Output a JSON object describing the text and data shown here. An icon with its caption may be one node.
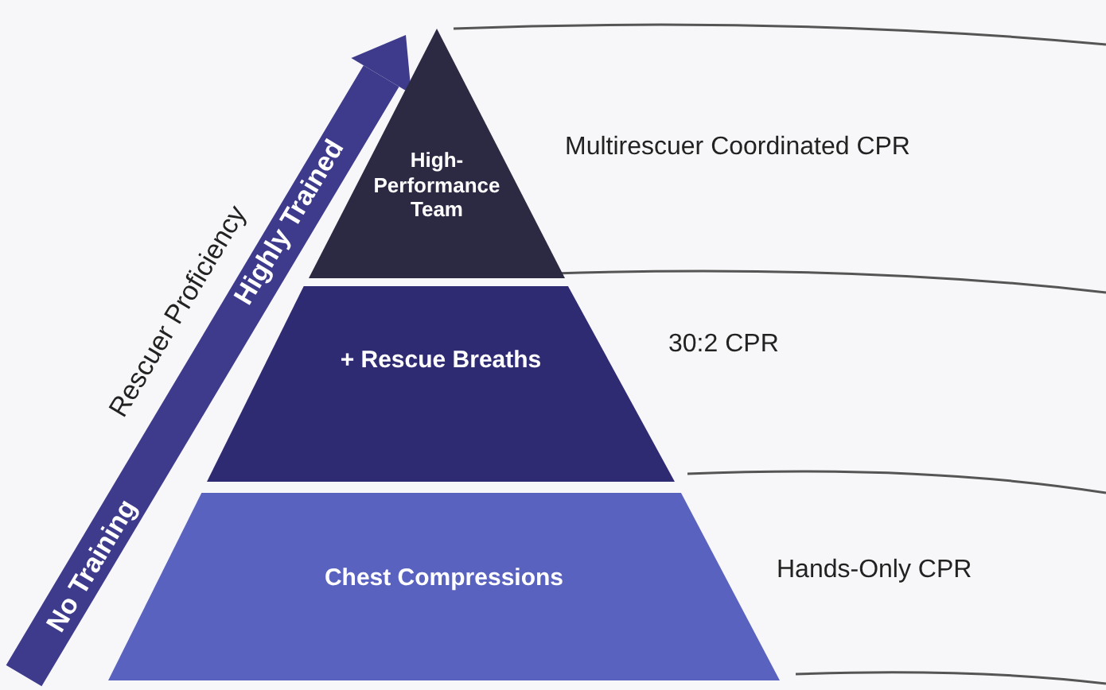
{
  "diagram": {
    "nodes": [
      {
        "text": [
          "High-Performance Team"
        ],
        "beside": [
          "Multirescuer Coordinated CPR"
        ]
      },
      {
        "text": [
          "+ Rescue Breaths"
        ],
        "beside": [
          "30:2 CPR"
        ]
      },
      {
        "text": [
          "Chest Compressions"
        ],
        "beside": [
          "Hands-Only CPR"
        ]
      }
    ],
    "edges": [],
    "labels": [
      "Highly Trained",
      "Rescuer Proficiency",
      "No Training"
    ]
  }
}
